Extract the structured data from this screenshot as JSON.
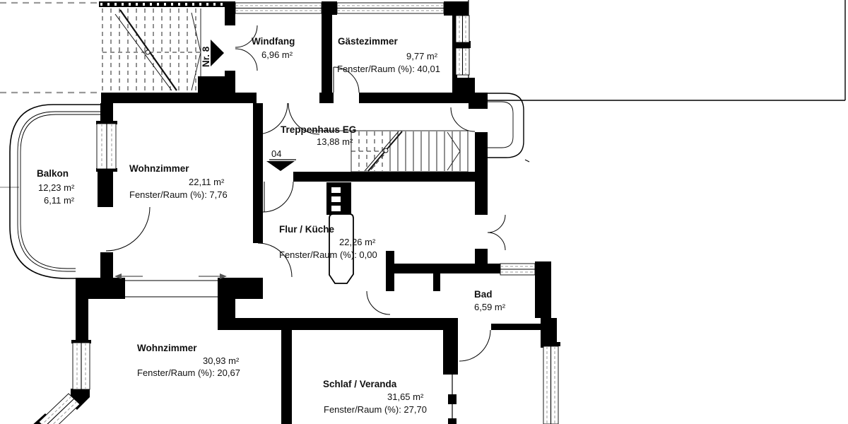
{
  "plan": {
    "markers": {
      "entrance": "Nr. 8",
      "unit": "04"
    },
    "rooms": [
      {
        "id": "windfang",
        "name": "Windfang",
        "area": "6,96 m²"
      },
      {
        "id": "gaestezimmer",
        "name": "Gästezimmer",
        "area": "9,77 m²",
        "window_ratio": "Fenster/Raum (%): 40,01"
      },
      {
        "id": "treppenhaus-eg",
        "name": "Treppenhaus EG",
        "area": "13,88 m²"
      },
      {
        "id": "balkon",
        "name": "Balkon",
        "area": "12,23 m²",
        "area_secondary": "6,11 m²"
      },
      {
        "id": "wohnzimmer-oben",
        "name": "Wohnzimmer",
        "area": "22,11 m²",
        "window_ratio": "Fenster/Raum (%): 7,76"
      },
      {
        "id": "flur-kueche",
        "name": "Flur / Küche",
        "area": "22,26 m²",
        "window_ratio": "Fenster/Raum (%): 0,00"
      },
      {
        "id": "bad",
        "name": "Bad",
        "area": "6,59 m²"
      },
      {
        "id": "wohnzimmer-unten",
        "name": "Wohnzimmer",
        "area": "30,93 m²",
        "window_ratio": "Fenster/Raum (%): 20,67"
      },
      {
        "id": "schlaf-veranda",
        "name": "Schlaf / Veranda",
        "area": "31,65 m²",
        "window_ratio": "Fenster/Raum (%): 27,70"
      }
    ],
    "colors": {
      "walls": "#000000",
      "background": "#ffffff",
      "boundary_dashed": "#9a9a9a",
      "text": "#111111"
    }
  }
}
